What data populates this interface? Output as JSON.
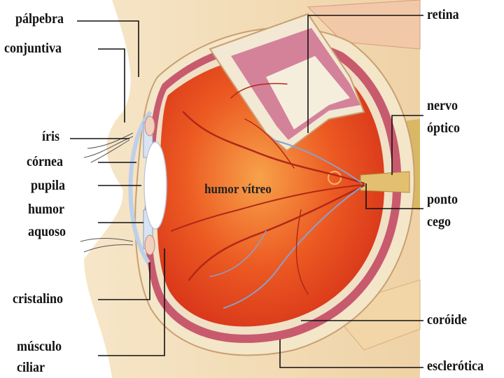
{
  "labels": {
    "palpebra": "pálpebra",
    "conjuntiva": "conjuntiva",
    "iris": "íris",
    "cornea": "córnea",
    "pupila": "pupila",
    "humor_aquoso_1": "humor",
    "humor_aquoso_2": "aquoso",
    "cristalino": "cristalino",
    "musculo_ciliar_1": "músculo",
    "musculo_ciliar_2": "ciliar",
    "retina": "retina",
    "nervo_optico_1": "nervo",
    "nervo_optico_2": "óptico",
    "ponto_cego_1": "ponto",
    "ponto_cego_2": "cego",
    "coroide": "coróide",
    "esclerotica": "esclerótica",
    "humor_vitreo": "humor vítreo"
  },
  "colors": {
    "vitreous": "#e8401c",
    "vitreous_light": "#f6a04a",
    "sclera": "#f3e3c3",
    "choroid": "#c0506a",
    "skin": "#f3dcb8",
    "nerve": "#d8b864",
    "leader": "#111111"
  }
}
